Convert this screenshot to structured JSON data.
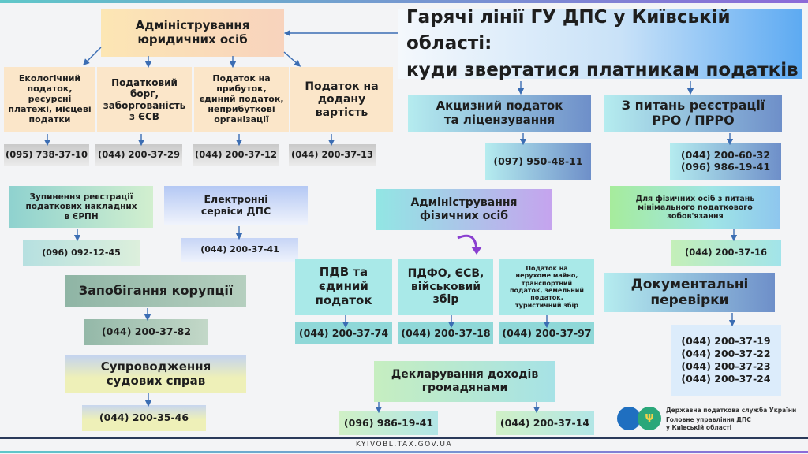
{
  "title": {
    "line1": "Гарячі лінії ГУ ДПС у Київській області:",
    "line2": "куди звертатися платникам податків"
  },
  "legal_entities": {
    "heading": {
      "line1": "Адміністрування",
      "line2": "юридичних осіб"
    },
    "items": [
      {
        "lines": [
          "Екологічний",
          "податок,",
          "ресурсні",
          "платежі, місцеві",
          "податки"
        ],
        "phone": "(095) 738-37-10"
      },
      {
        "lines": [
          "Податковий",
          "борг,",
          "заборгованість",
          "з ЄСВ"
        ],
        "phone": "(044) 200-37-29"
      },
      {
        "lines": [
          "Податок на",
          "прибуток,",
          "єдиний податок,",
          "неприбуткові",
          "організації"
        ],
        "phone": "(044) 200-37-12"
      },
      {
        "lines": [
          "Податок на",
          "додану",
          "вартість"
        ],
        "phone": "(044) 200-37-13"
      }
    ]
  },
  "excise": {
    "line1": "Акцизний податок",
    "line2": "та ліцензування",
    "phone": "(097) 950-48-11"
  },
  "rro": {
    "line1": "З питань реєстрації",
    "line2": "РРО / ПРРО",
    "phones": [
      "(044) 200-60-32",
      "(096) 986-19-41"
    ]
  },
  "erpn": {
    "lines": [
      "Зупинення реєстрації",
      "податкових накладних",
      "в ЄРПН"
    ],
    "phone": "(096) 092-12-45"
  },
  "e_services": {
    "lines": [
      "Електронні",
      "сервіси ДПС"
    ],
    "phone": "(044) 200-37-41"
  },
  "min_tax": {
    "lines": [
      "Для фізичних осіб з питань",
      "мінімального податкового",
      "зобов'язання"
    ],
    "phone": "(044) 200-37-16"
  },
  "individuals": {
    "heading": {
      "line1": "Адміністрування",
      "line2": "фізичних осіб"
    },
    "items": [
      {
        "lines": [
          "ПДВ та",
          "єдиний",
          "податок"
        ],
        "phone": "(044) 200-37-74"
      },
      {
        "lines": [
          "ПДФО, ЄСВ,",
          "військовий",
          "збір"
        ],
        "phone": "(044) 200-37-18"
      },
      {
        "lines": [
          "Податок на",
          "нерухоме майно,",
          "транспортний",
          "податок, земельний",
          "податок,",
          "туристичний збір"
        ],
        "phone": "(044) 200-37-97"
      }
    ]
  },
  "corruption": {
    "label": "Запобігання корупції",
    "phone": "(044) 200-37-82"
  },
  "court": {
    "line1": "Супроводження",
    "line2": "судових справ",
    "phone": "(044) 200-35-46"
  },
  "doc_checks": {
    "line1": "Документальні",
    "line2": "перевірки",
    "phones": [
      "(044) 200-37-19",
      "(044) 200-37-22",
      "(044) 200-37-23",
      "(044) 200-37-24"
    ]
  },
  "declaration": {
    "line1": "Декларування доходів",
    "line2": "громадянами",
    "phones": [
      "(096) 986-19-41",
      "(044) 200-37-14"
    ]
  },
  "logo": {
    "line1": "Державна податкова служба України",
    "line2": "Головне управління ДПС",
    "line3": "у Київській області"
  },
  "footer": {
    "url": "KYIVOBL.TAX.GOV.UA"
  },
  "colors": {
    "arrow": "#3b6db3",
    "accent_purple": "#8a3fd0",
    "logo_blue": "#1f6fc0",
    "logo_green": "#2aa77a"
  }
}
